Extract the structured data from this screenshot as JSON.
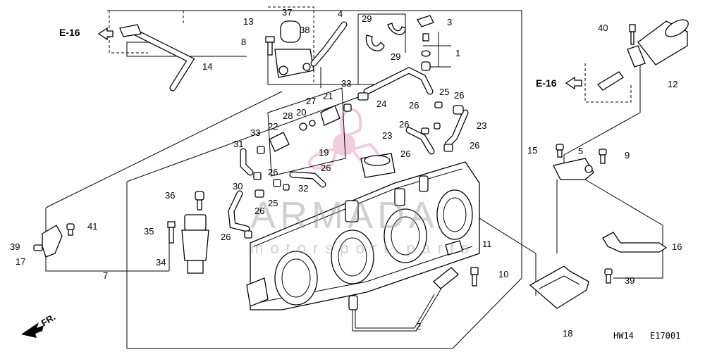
{
  "diagram": {
    "page_code": "HW14",
    "figure_code": "E17001",
    "front_marker": "FR.",
    "watermark_text": "ARMADA",
    "watermark_subtext": "motorsport.parts",
    "watermark_logo_color": "#e8a3c2",
    "reference_labels": [
      {
        "id": "e16-left",
        "text": "E-16"
      },
      {
        "id": "e16-right",
        "text": "E-16"
      }
    ],
    "callouts": [
      "1",
      "2",
      "3",
      "4",
      "5",
      "7",
      "8",
      "9",
      "10",
      "11",
      "12",
      "13",
      "14",
      "15",
      "16",
      "17",
      "18",
      "19",
      "20",
      "21",
      "22",
      "23",
      "23",
      "24",
      "25",
      "25",
      "26",
      "26",
      "26",
      "26",
      "26",
      "26",
      "26",
      "26",
      "26",
      "27",
      "28",
      "29",
      "29",
      "30",
      "31",
      "32",
      "33",
      "33",
      "34",
      "35",
      "36",
      "37",
      "38",
      "39",
      "39",
      "40",
      "41"
    ]
  }
}
